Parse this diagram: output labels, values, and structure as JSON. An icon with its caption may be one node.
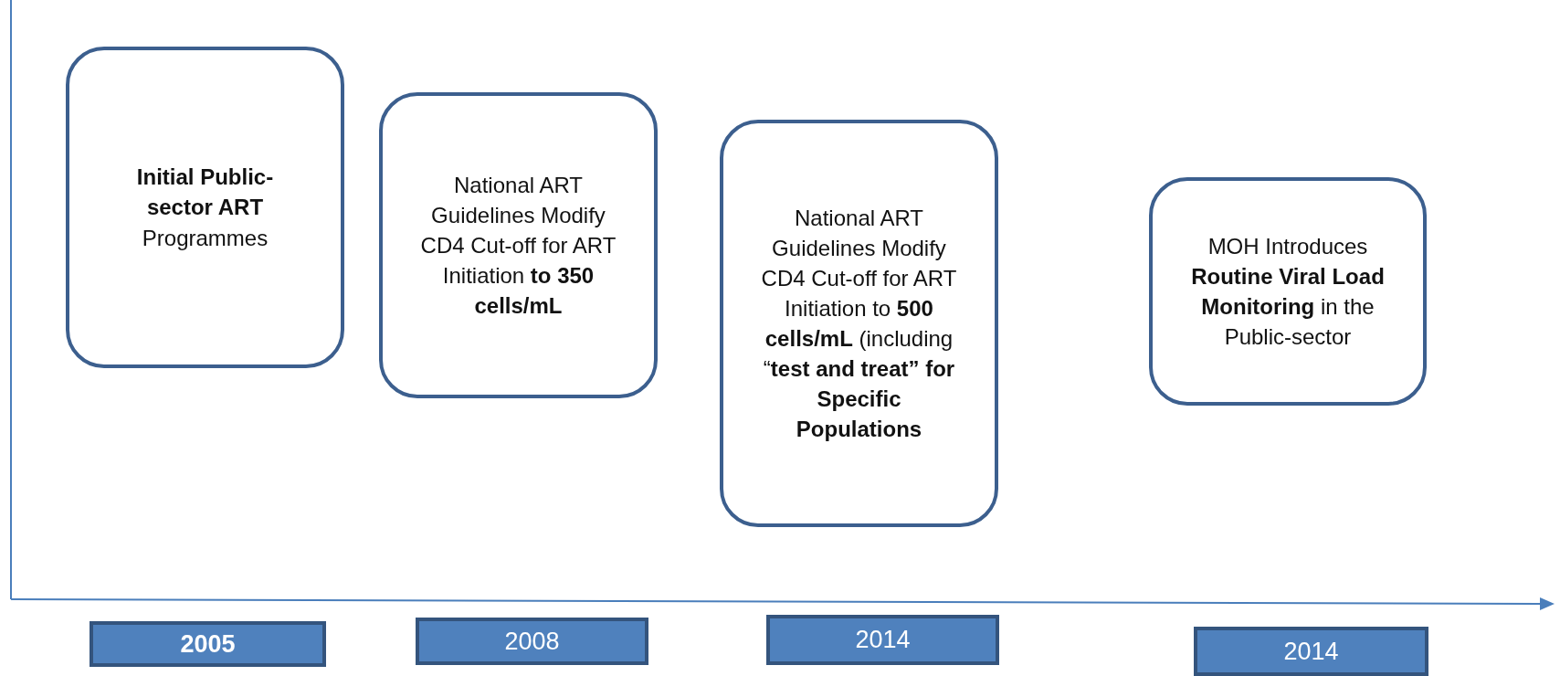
{
  "diagram": {
    "nodes": [
      {
        "text": [
          "**Initial Public-sector ART** Programmes"
        ]
      },
      {
        "text": [
          "National ART Guidelines Modify CD4 Cut-off for ART Initiation **to 350 cells/mL**"
        ]
      },
      {
        "text": [
          "National ART Guidelines Modify CD4 Cut-off for ART Initiation to **500 cells/mL** (including “**test and treat” for Specific Populations**"
        ]
      },
      {
        "text": [
          "MOH Introduces **Routine Viral Load Monitoring** in the Public-sector"
        ]
      },
      {
        "text": [
          "2005"
        ]
      },
      {
        "text": [
          "2008"
        ]
      },
      {
        "text": [
          "2014"
        ]
      },
      {
        "text": [
          "2014"
        ]
      }
    ],
    "edges": []
  }
}
